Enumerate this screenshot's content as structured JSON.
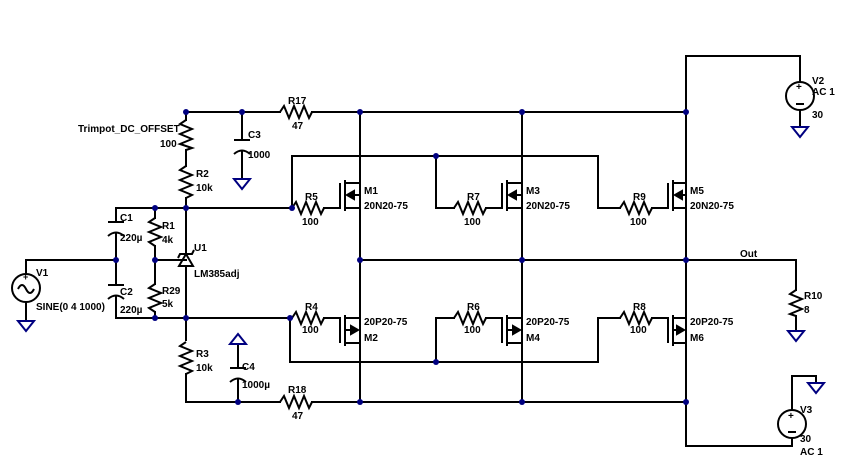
{
  "components": {
    "v1": {
      "ref": "V1",
      "value": "SINE(0 4 1000)"
    },
    "v2": {
      "ref": "V2",
      "value": "AC 1",
      "dc": "30"
    },
    "v3": {
      "ref": "V3",
      "value": "30",
      "ac": "AC 1"
    },
    "trimpot": {
      "label": "Trimpot_DC_OFFSET",
      "value": "100"
    },
    "r17": {
      "ref": "R17",
      "value": "47"
    },
    "r18": {
      "ref": "R18",
      "value": "47"
    },
    "c3": {
      "ref": "C3",
      "value": "1000"
    },
    "c4": {
      "ref": "C4",
      "value": "1000µ"
    },
    "r2": {
      "ref": "R2",
      "value": "10k"
    },
    "r3": {
      "ref": "R3",
      "value": "10k"
    },
    "c1": {
      "ref": "C1",
      "value": "220µ"
    },
    "c2": {
      "ref": "C2",
      "value": "220µ"
    },
    "r1": {
      "ref": "R1",
      "value": "4k"
    },
    "r29": {
      "ref": "R29",
      "value": "5k"
    },
    "u1": {
      "ref": "U1",
      "value": "LM385adj"
    },
    "r4": {
      "ref": "R4",
      "value": "100"
    },
    "r5": {
      "ref": "R5",
      "value": "100"
    },
    "r6": {
      "ref": "R6",
      "value": "100"
    },
    "r7": {
      "ref": "R7",
      "value": "100"
    },
    "r8": {
      "ref": "R8",
      "value": "100"
    },
    "r9": {
      "ref": "R9",
      "value": "100"
    },
    "r10": {
      "ref": "R10",
      "value": "8"
    },
    "m1": {
      "ref": "M1",
      "value": "20N20-75"
    },
    "m3": {
      "ref": "M3",
      "value": "20N20-75"
    },
    "m5": {
      "ref": "M5",
      "value": "20N20-75"
    },
    "m2": {
      "ref": "M2",
      "value": "20P20-75"
    },
    "m4": {
      "ref": "M4",
      "value": "20P20-75"
    },
    "m6": {
      "ref": "M6",
      "value": "20P20-75"
    }
  },
  "net_labels": {
    "out": "Out"
  },
  "colors": {
    "wire": "#000000",
    "ground": "#000080",
    "junction": "#000080",
    "background": "#ffffff"
  }
}
